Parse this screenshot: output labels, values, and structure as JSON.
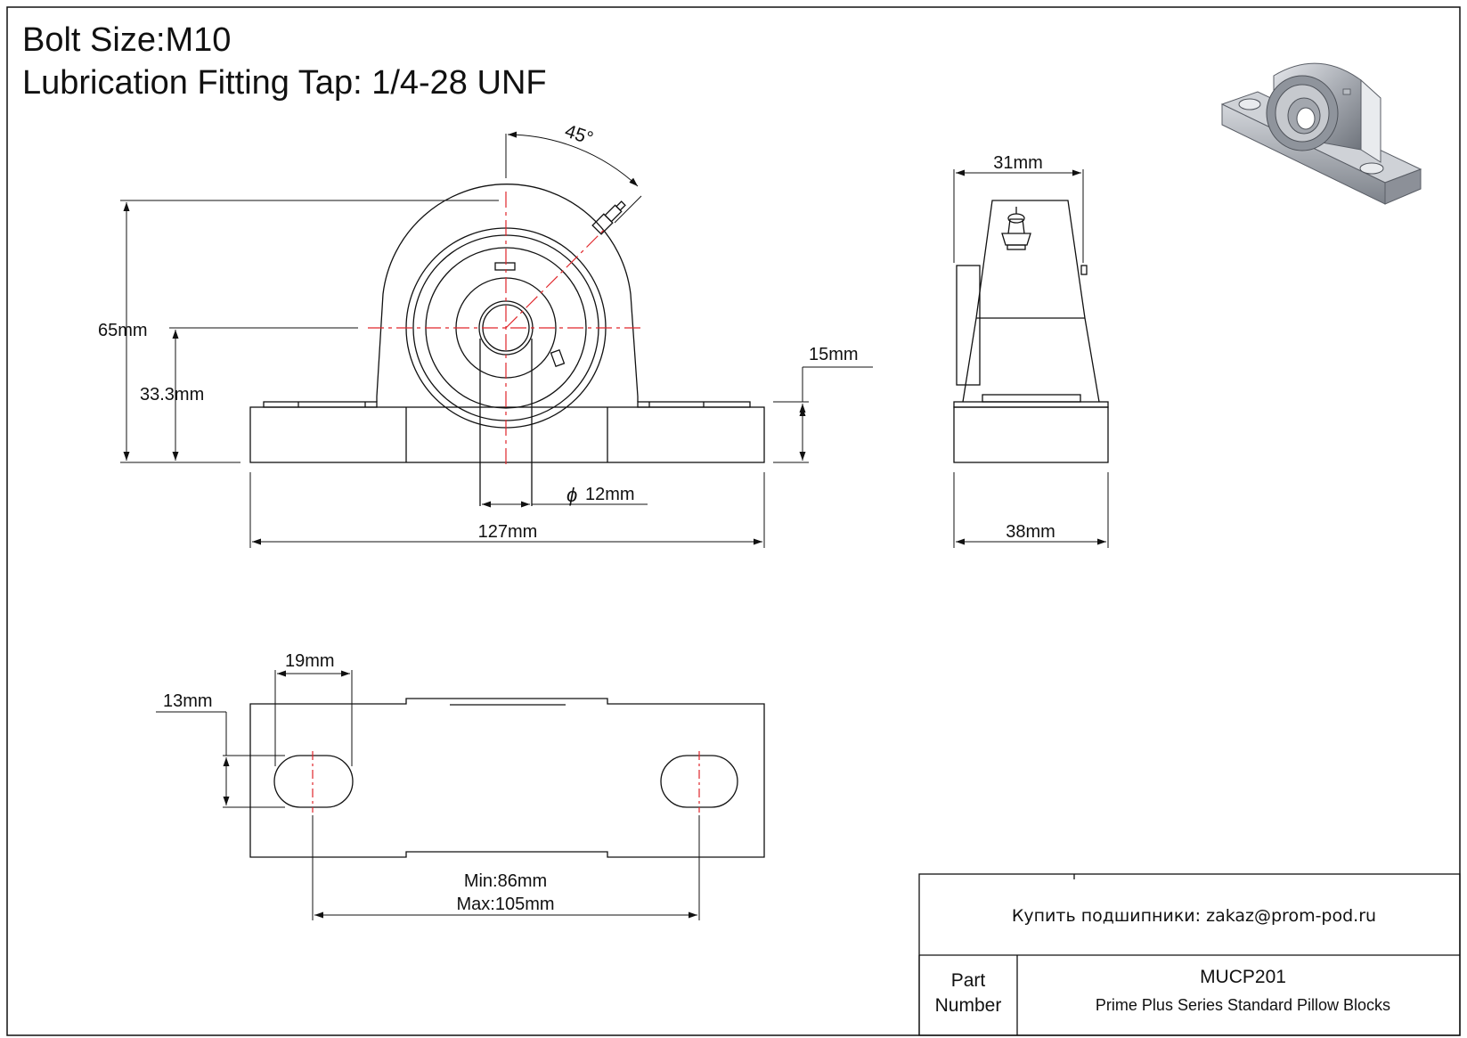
{
  "header": {
    "bolt_size": "Bolt Size:M10",
    "lubrication": "Lubrication Fitting Tap: 1/4-28 UNF"
  },
  "front_view": {
    "angle": "45°",
    "height_total": "65mm",
    "center_height": "33.3mm",
    "base_height": "15mm",
    "bore": "12mm",
    "bore_symbol": "ϕ",
    "length": "127mm"
  },
  "side_view": {
    "top_width": "31mm",
    "base_width": "38mm"
  },
  "bottom_view": {
    "slot_length": "19mm",
    "slot_width": "13mm",
    "bolt_spacing_min": "Min:86mm",
    "bolt_spacing_max": "Max:105mm"
  },
  "title_block": {
    "contact": "Купить подшипники: zakaz@prom-pod.ru",
    "part_label": "Part Number",
    "part_number": "MUCP201",
    "description": "Prime Plus Series Standard Pillow Blocks"
  },
  "colors": {
    "line": "#111111",
    "centerline": "#e0262b",
    "render_metal": "#b9bcc2"
  }
}
